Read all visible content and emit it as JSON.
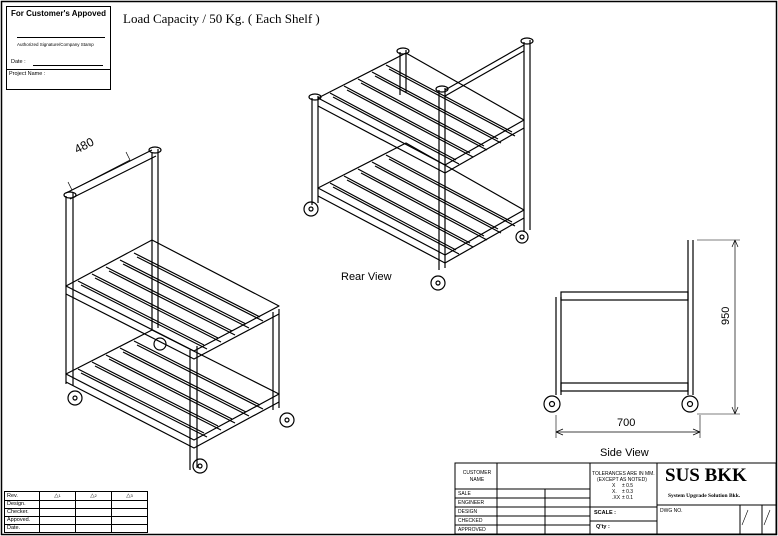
{
  "approval_box": {
    "title": "For Customer's  Appoved",
    "signature_label": "Authorized Signature/Company Stamp",
    "date_label": "Date :",
    "project_label": "Project Name :"
  },
  "heading": "Load Capacity / 50 Kg. ( Each Shelf )",
  "dimensions": {
    "width": "480",
    "height": "950",
    "length": "700"
  },
  "view_labels": {
    "rear": "Rear View",
    "side": "Side View"
  },
  "revision_table": {
    "rows": [
      "Rev.",
      "Design.",
      "Checker.",
      "Appoved.",
      "Date."
    ],
    "markers": [
      "1",
      "2",
      "3"
    ]
  },
  "title_block": {
    "customer_name": "CUSTOMER NAME",
    "roles": [
      "SALE",
      "ENGINEER",
      "DESIGN",
      "CHECKED",
      "APPROVED"
    ],
    "tolerances_title": "TOLERANCES ARE IN MM.",
    "tolerances_sub": "(EXCEPT AS NOTED)",
    "tol_rows": [
      {
        "fmt": "X",
        "val": "0.5"
      },
      {
        "fmt": "X.",
        "val": "0.3"
      },
      {
        "fmt": ".XX",
        "val": "0.1"
      }
    ],
    "scale_label": "SCALE :",
    "qty_label": "Q'ty :",
    "company": "SUS BKK",
    "company_sub": "System Upgrade Solution Bkk.",
    "dwg_label": "DWG NO."
  }
}
